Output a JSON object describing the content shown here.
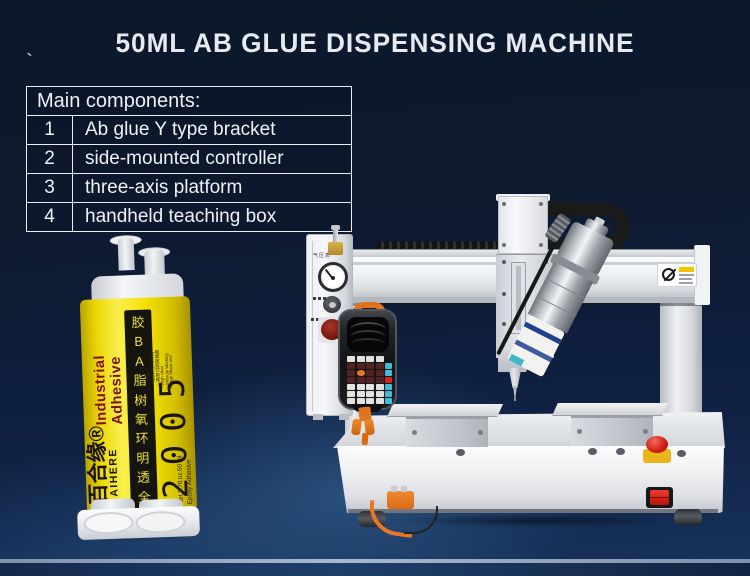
{
  "title": "50ML AB GLUE DISPENSING MACHINE",
  "tick_mark": "、",
  "components_table": {
    "header": "Main components:",
    "rows": [
      {
        "num": "1",
        "label": "Ab glue Y type bracket"
      },
      {
        "num": "2",
        "label": "side-mounted controller"
      },
      {
        "num": "3",
        "label": "three-axis platform"
      },
      {
        "num": "4",
        "label": "handheld teaching box"
      }
    ]
  },
  "cartridge": {
    "brand_cn": "百合缘®",
    "brand_en": "BAIHERE",
    "industrial_adhesive": "Industrial Adhesive",
    "strip_chars": "胶\nB\nA\n脂\n树\n氧\n环\n明\n透\n全",
    "features_cn": [
      "—全透明",
      "—5分钟工作时间",
      "—高剪切剥离强度"
    ],
    "features_en": [
      "—High clear",
      "—5Minute Working",
      "—High Shear and"
    ],
    "model": "2005",
    "net": "Net.1.7fl.oz.50 ml",
    "type_en": "Epoxy Adhesive",
    "label_color": "#f3e205"
  },
  "machine": {
    "controller": {
      "gauge_label": "气压表"
    },
    "accent_orange": "#e87722",
    "estop_red": "#cf1d12",
    "keypad": {
      "palette": {
        "w": "#e2e3df",
        "m": "#54231f",
        "c": "#3ebcd8",
        "r": "#d2251c",
        "o": "#e8781f",
        "t": "transparent",
        "d": "#23272c"
      },
      "rows": [
        [
          "w",
          "w",
          "w",
          "w",
          "t"
        ],
        [
          "m",
          "m",
          "m",
          "m",
          "c"
        ],
        [
          "m",
          "o",
          "m",
          "m",
          "c"
        ],
        [
          "m",
          "m",
          "m",
          "m",
          "r"
        ],
        [
          "w",
          "w",
          "w",
          "w",
          "c"
        ],
        [
          "w",
          "w",
          "w",
          "w",
          "c"
        ],
        [
          "w",
          "w",
          "w",
          "w",
          "c"
        ]
      ]
    }
  },
  "background": {
    "navy": "#0d1a31",
    "bottom_band": "#1e3f6a",
    "band_line": "#a9b8d0"
  }
}
